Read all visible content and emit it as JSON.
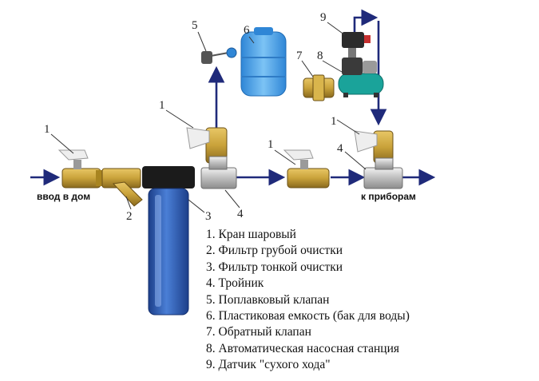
{
  "labels": {
    "inlet": "ввод в дом",
    "outlet": "к приборам"
  },
  "callouts": {
    "valve_left": "1",
    "valve_tee": "1",
    "valve_mid": "1",
    "valve_right": "1",
    "strainer": "2",
    "filter": "3",
    "tee_left": "4",
    "tee_right": "4",
    "float_valve": "5",
    "tank": "6",
    "check_valve": "7",
    "pump": "8",
    "sensor": "9"
  },
  "legend": [
    "1. Кран шаровый",
    "2. Фильтр грубой очистки",
    "3. Фильтр тонкой очистки",
    "4. Тройник",
    "5. Поплавковый клапан",
    "6. Пластиковая емкость (бак для воды)",
    "7. Обратный клапан",
    "8. Автоматическая насосная станция",
    "9. Датчик \"сухого хода\""
  ],
  "colors": {
    "arrow": "#1f2a7a",
    "brass": "#c9a23a",
    "filter_blue": "#2f5fb8",
    "tank_blue": "#4aa3e8",
    "pump_teal": "#1aa39a",
    "handle": "#eeeeee"
  }
}
